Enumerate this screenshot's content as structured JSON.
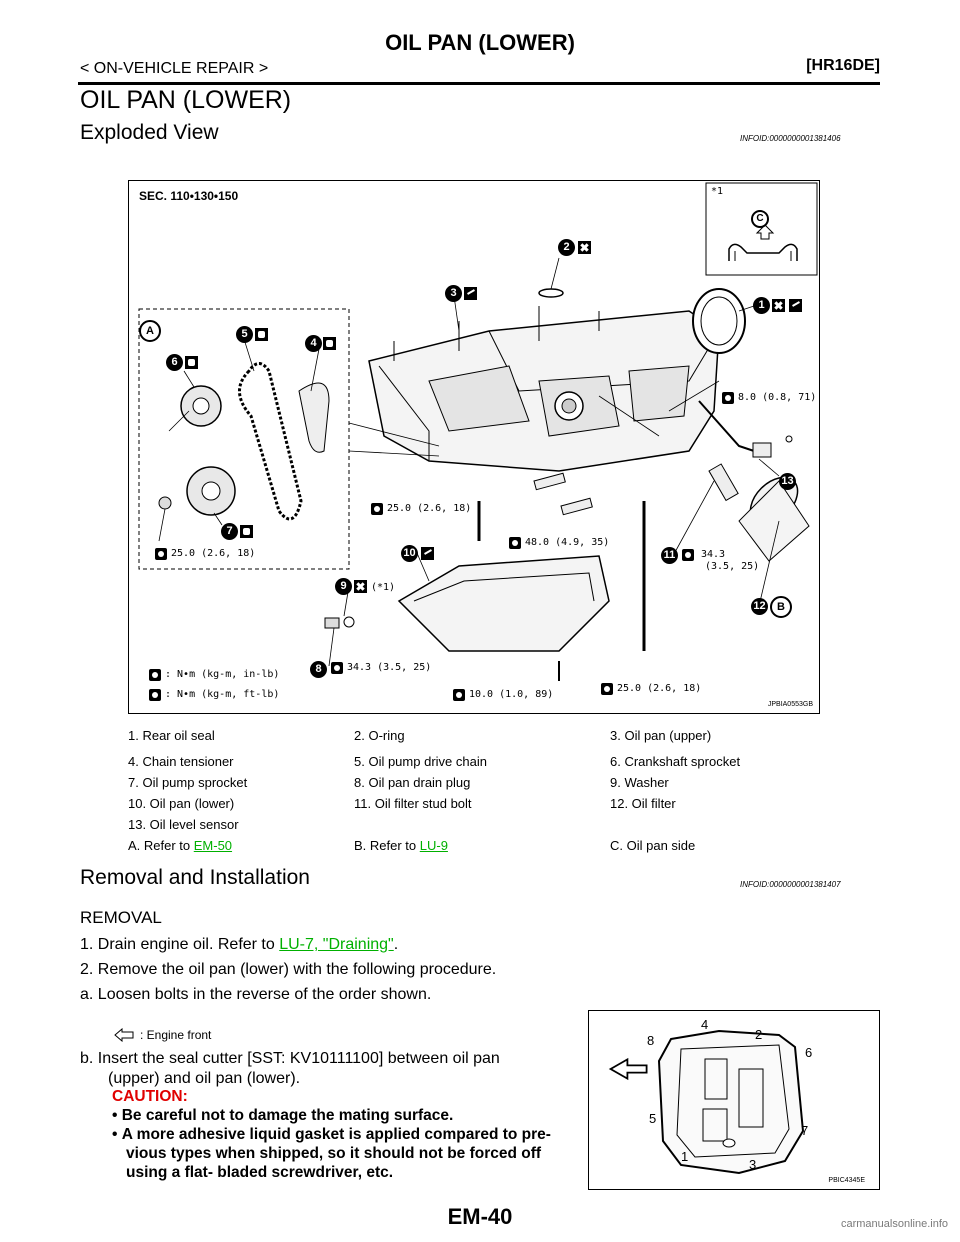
{
  "header": {
    "title": "OIL PAN (LOWER)",
    "section": "< ON-VEHICLE REPAIR >",
    "engine": "[HR16DE]"
  },
  "section_title": "OIL PAN (LOWER)",
  "exploded": {
    "heading": "Exploded View",
    "infoid": "INFOID:0000000001381406",
    "figure": {
      "sec": "SEC. 110•130•150",
      "code": "JPBIA0553GB",
      "inset_label": "*1",
      "inset_letter": "C",
      "letter_a": "A",
      "letter_b": "B",
      "bubbles": [
        "1",
        "2",
        "3",
        "4",
        "5",
        "6",
        "7",
        "8",
        "9",
        "10",
        "11",
        "12",
        "13"
      ],
      "torques": {
        "t1": "8.0 (0.8, 71)",
        "t2": "25.0 (2.6, 18)",
        "t3": "48.0 (4.9, 35)",
        "t4": "25.0 (2.6, 18)",
        "t5": "34.3",
        "t5b": "(3.5, 25)",
        "t6": "34.3 (3.5, 25)",
        "t7": "10.0 (1.0, 89)",
        "t8": "25.0 (2.6, 18)",
        "star1": "(*1)"
      },
      "units": {
        "u1": ": N•m (kg-m, in-lb)",
        "u2": ": N•m (kg-m, ft-lb)"
      }
    },
    "legend": [
      [
        "1.  Rear oil seal",
        "2.  O-ring",
        "3.  Oil pan (upper)"
      ],
      [
        "4.  Chain tensioner",
        "5.  Oil pump drive chain",
        "6.  Crankshaft sprocket"
      ],
      [
        "7.  Oil pump sprocket",
        "8.  Oil pan drain plug",
        "9.  Washer"
      ],
      [
        "10.  Oil pan (lower)",
        "11.  Oil filter stud bolt",
        "12.  Oil filter"
      ],
      [
        "13.  Oil level sensor",
        "",
        ""
      ]
    ],
    "legend_refs": {
      "a_prefix": "A.  Refer to ",
      "a_link": "EM-50",
      "b_prefix": "B.  Refer to ",
      "b_link": "LU-9",
      "c_text": "C.  Oil pan side"
    }
  },
  "removal": {
    "heading": "Removal and Installation",
    "infoid": "INFOID:0000000001381407",
    "subheading": "REMOVAL",
    "step1_prefix": "1.  Drain engine oil. Refer to ",
    "step1_link": "LU-7, \"Draining\"",
    "step1_suffix": ".",
    "step2": "2.  Remove the oil pan (lower) with the following procedure.",
    "step_a": "a.  Loosen bolts in the reverse of the order shown.",
    "engine_front": ": Engine front",
    "step_b_1": "b.  Insert the seal cutter [SST: KV10111100] between oil pan",
    "step_b_2": "(upper) and oil pan (lower).",
    "caution": "CAUTION:",
    "bullet1": "Be careful not to damage the mating surface.",
    "bullet2_1": "A more adhesive liquid gasket is applied compared to pre-",
    "bullet2_2": "vious types when shipped, so it should not be forced off",
    "bullet2_3": "using a flat- bladed screwdriver, etc.",
    "figure2": {
      "code": "PBIC4345E",
      "nums": [
        "4",
        "2",
        "8",
        "6",
        "5",
        "7",
        "1",
        "3"
      ]
    }
  },
  "footer": {
    "page": "EM-40"
  },
  "watermark": "carmanualsonline.info"
}
